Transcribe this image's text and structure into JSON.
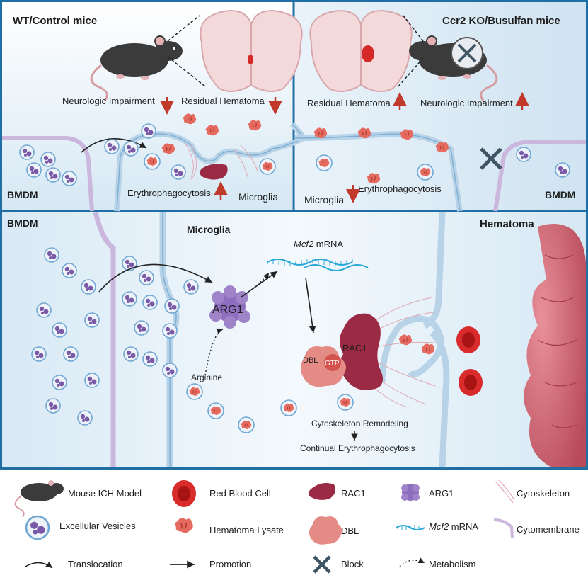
{
  "panels": {
    "wt_title": "WT/Control mice",
    "ko_title": "Ccr2 KO/Busulfan mice",
    "wt_neuro": "Neurologic Impairment",
    "wt_hematoma": "Residual Hematoma",
    "ko_hematoma": "Residual Hematoma",
    "ko_neuro": "Neurologic Impairment",
    "wt_bmdm": "BMDM",
    "wt_erythro": "Erythrophagocytosis",
    "wt_microglia": "Microglia",
    "ko_microglia": "Microglia",
    "ko_erythro": "Erythrophagocytosis",
    "ko_bmdm": "BMDM"
  },
  "main": {
    "bmdm": "BMDM",
    "microglia": "Microglia",
    "hematoma": "Hematoma",
    "mcf2_italic": "Mcf2",
    "mrna": " mRNA",
    "arg1": "ARG1",
    "arginine": "Arginine",
    "rac1": "RAC1",
    "dbl": "DBL",
    "gtp": "GTP",
    "cytoskeleton": "Cytoskeleton Remodeling",
    "continual": "Continual Erythrophagocytosis"
  },
  "legend": {
    "mouse": "Mouse ICH Model",
    "rbc": "Red Blood Cell",
    "rac1": "RAC1",
    "arg1": "ARG1",
    "cytoskeleton": "Cytoskeleton",
    "vesicles": "Excellular Vesicles",
    "lysate": "Hematoma Lysate",
    "dbl": "DBL",
    "mcf2_italic": "Mcf2",
    "mcf2_rest": " mRNA",
    "cytomembrane": "Cytomembrane",
    "translocation": "Translocation",
    "promotion": "Promotion",
    "block": "Block",
    "metabolism": "Metabolism"
  },
  "colors": {
    "frame": "#1f6fa5",
    "hematoma": "#d66a78",
    "rac1": "#9b2a45",
    "arg1": "#8e6fbf",
    "dbl": "#e58b85",
    "mrna": "#29a8d8",
    "up_arrow": "#c0392b"
  }
}
